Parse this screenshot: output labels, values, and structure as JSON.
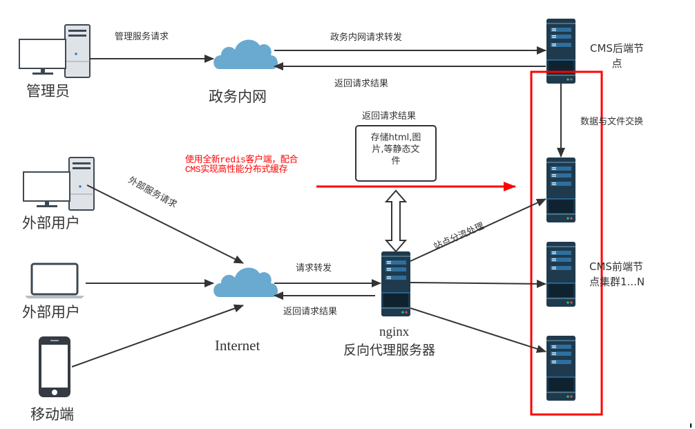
{
  "nodes": {
    "admin": {
      "label": "管理员",
      "icon": "desktop-computer-icon"
    },
    "gov_network": {
      "label": "政务内网",
      "icon": "cloud-icon"
    },
    "cms_backend": {
      "label_line1": "CMS后端节",
      "label_line2": "点",
      "icon": "server-icon"
    },
    "external_user_desktop": {
      "label": "外部用户",
      "icon": "desktop-computer-icon"
    },
    "external_user_laptop": {
      "label": "外部用户",
      "icon": "laptop-icon"
    },
    "mobile": {
      "label": "移动端",
      "icon": "smartphone-icon"
    },
    "internet": {
      "label": "Internet",
      "icon": "cloud-icon"
    },
    "nginx": {
      "label_line1": "nginx",
      "label_line2": "反向代理服务器",
      "icon": "server-icon"
    },
    "cms_frontend_cluster": {
      "label_line1": "CMS前端节",
      "label_line2": "点集群1...N",
      "icon": "server-icon",
      "count_shown": 3
    },
    "static_storage": {
      "label_line1": "存储html,图",
      "label_line2": "片,等静态文",
      "label_line3": "件"
    }
  },
  "edges": {
    "admin_request": "管理服务请求",
    "gov_forward": "政务内网请求转发",
    "gov_return": "返回请求结果",
    "storage_return": "返回请求结果",
    "data_exchange": "数据与文件交换",
    "external_request": "外部服务请求",
    "request_forward": "请求转发",
    "internet_return": "返回请求结果",
    "site_split": "站点分流处理"
  },
  "annotation": {
    "line1": "使用全新redis客户端，配合",
    "line2": "CMS实现高性能分布式缓存",
    "color": "#ff0000"
  },
  "colors": {
    "cloud": "#6aaad0",
    "server_body": "#1f3a4d",
    "server_panel": "#2e6f9e",
    "line": "#333333",
    "highlight": "#ff0000"
  }
}
